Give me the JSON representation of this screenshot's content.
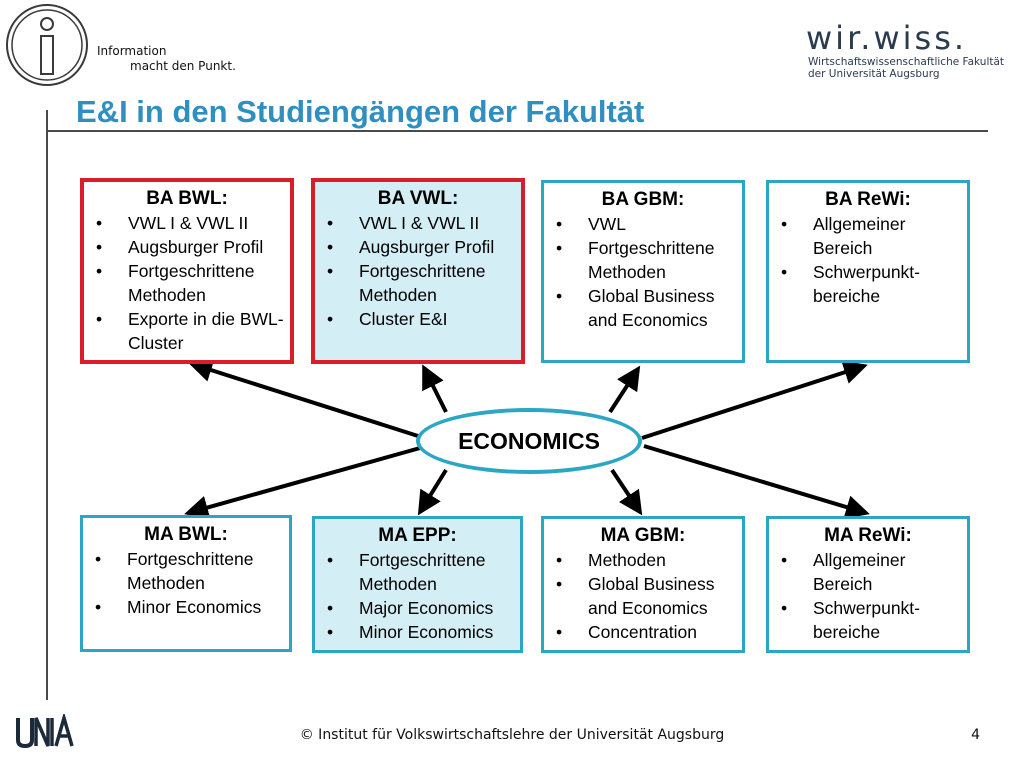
{
  "header": {
    "info_line1": "Information",
    "info_line2": "macht den Punkt.",
    "wiss_logo_text": "wir.wiss.",
    "wiss_sub_line1": "Wirtschaftswissenschaftliche Fakultät",
    "wiss_sub_line2": "der Universität Augsburg",
    "title": "E&I in den Studiengängen der Fakultät"
  },
  "center": {
    "label": "ECONOMICS"
  },
  "boxes": {
    "ba_bwl": {
      "title": "BA BWL:",
      "items": [
        "VWL I & VWL II",
        "Augsburger Profil",
        "Fortgeschrittene Methoden",
        "Exporte in die BWL-Cluster"
      ]
    },
    "ba_vwl": {
      "title": "BA VWL:",
      "items": [
        "VWL I & VWL II",
        "Augsburger Profil",
        "Fortgeschrittene Methoden",
        "Cluster E&I"
      ]
    },
    "ba_gbm": {
      "title": "BA GBM:",
      "items": [
        "VWL",
        "Fortgeschrittene Methoden",
        "Global Business and Economics"
      ]
    },
    "ba_rewi": {
      "title": "BA ReWi:",
      "items": [
        "Allgemeiner Bereich",
        "Schwerpunkt-bereiche"
      ]
    },
    "ma_bwl": {
      "title": "MA BWL:",
      "items": [
        "Fortgeschrittene Methoden",
        "Minor Economics"
      ]
    },
    "ma_epp": {
      "title": "MA EPP:",
      "items": [
        "Fortgeschrittene Methoden",
        "Major Economics",
        "Minor Economics"
      ]
    },
    "ma_gbm": {
      "title": "MA GBM:",
      "items": [
        "Methoden",
        "Global Business and Economics",
        "Concentration"
      ]
    },
    "ma_rewi": {
      "title": "MA ReWi:",
      "items": [
        "Allgemeiner Bereich",
        "Schwerpunkt-bereiche"
      ]
    }
  },
  "colors": {
    "title": "#2f8fc1",
    "box_border": "#2ba6c3",
    "highlight_border": "#d81e28",
    "shade": "#d3eef4"
  },
  "footer": {
    "copyright": "© Institut für Volkswirtschaftslehre der Universität Augsburg",
    "page_number": "4",
    "logo_text": "UNIA"
  }
}
